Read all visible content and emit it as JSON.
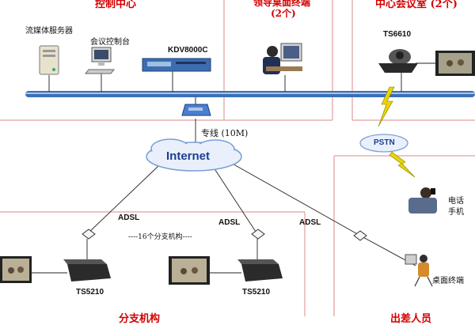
{
  "zones": {
    "control_center": "控制中心",
    "leader_desktop": "领导桌面终端",
    "leader_desktop_count": "(2个)",
    "center_meeting_room": "中心会议室 (2个)",
    "branch": "分支机构",
    "mobile": "出差人员"
  },
  "devices": {
    "streaming_server": "流媒体服务器",
    "conference_console": "会议控制台",
    "kdv": "KDV8000C",
    "ts6610": "TS6610",
    "ts5210_left": "TS5210",
    "ts5210_right": "TS5210",
    "phone": "电话",
    "phone2": "手机",
    "desktop_terminal": "桌面终端"
  },
  "network": {
    "internet": "Internet",
    "pstn": "PSTN",
    "leased_line": "专线 (10M)",
    "adsl_1": "ADSL",
    "adsl_2": "ADSL",
    "adsl_3": "ADSL",
    "branches_note": "----16个分支机构----"
  },
  "colors": {
    "zone_border": "#e8b0b0",
    "zone_title": "#d40000",
    "bus": "#3a6fb5",
    "cloud": "#e9f0fb",
    "cloud_text": "#1c3f8f",
    "lightning": "#e8d400"
  }
}
